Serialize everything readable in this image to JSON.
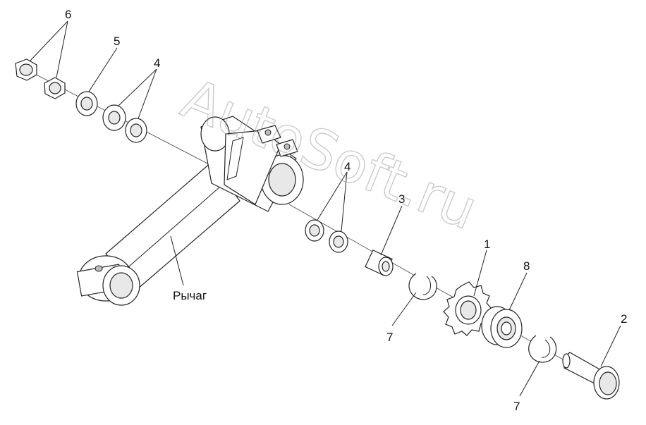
{
  "labels": {
    "p1": "1",
    "p2": "2",
    "p3": "3",
    "p4a": "4",
    "p4b": "4",
    "p5": "5",
    "p6": "6",
    "p7a": "7",
    "p7b": "7",
    "p8": "8",
    "lever": "Рычаг"
  },
  "watermark": "AutoSoft.ru"
}
